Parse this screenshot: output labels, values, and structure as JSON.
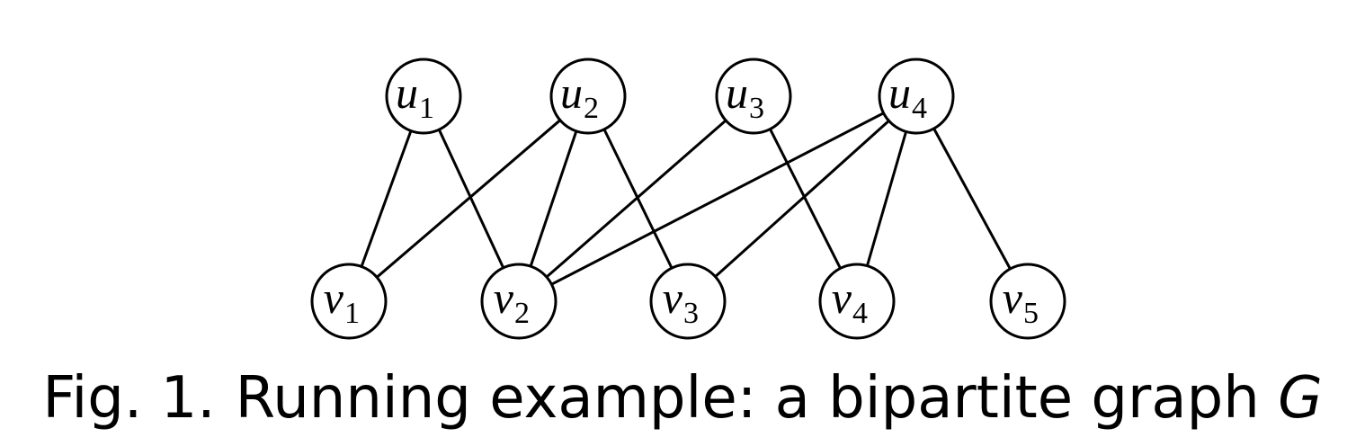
{
  "graph": {
    "top_nodes": [
      {
        "id": "u1",
        "letter": "u",
        "subscript": "1"
      },
      {
        "id": "u2",
        "letter": "u",
        "subscript": "2"
      },
      {
        "id": "u3",
        "letter": "u",
        "subscript": "3"
      },
      {
        "id": "u4",
        "letter": "u",
        "subscript": "4"
      }
    ],
    "bottom_nodes": [
      {
        "id": "v1",
        "letter": "v",
        "subscript": "1"
      },
      {
        "id": "v2",
        "letter": "v",
        "subscript": "2"
      },
      {
        "id": "v3",
        "letter": "v",
        "subscript": "3"
      },
      {
        "id": "v4",
        "letter": "v",
        "subscript": "4"
      },
      {
        "id": "v5",
        "letter": "v",
        "subscript": "5"
      }
    ],
    "edges": [
      [
        "u1",
        "v1"
      ],
      [
        "u1",
        "v2"
      ],
      [
        "u2",
        "v1"
      ],
      [
        "u2",
        "v2"
      ],
      [
        "u2",
        "v3"
      ],
      [
        "u3",
        "v2"
      ],
      [
        "u3",
        "v4"
      ],
      [
        "u4",
        "v2"
      ],
      [
        "u4",
        "v3"
      ],
      [
        "u4",
        "v4"
      ],
      [
        "u4",
        "v5"
      ]
    ]
  },
  "caption": {
    "label": "Fig. 1.",
    "text": "Running example: a bipartite graph ",
    "variable": "G"
  }
}
